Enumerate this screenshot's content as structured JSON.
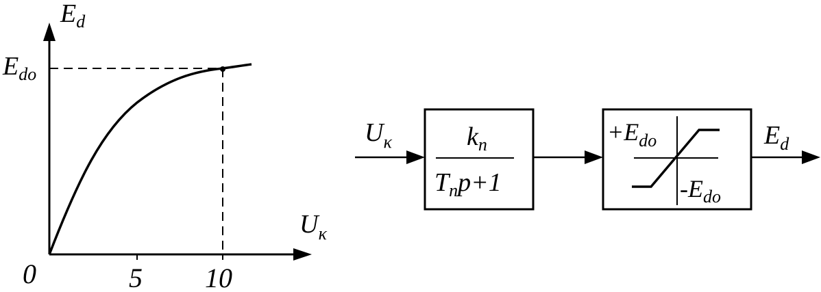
{
  "graph": {
    "y_axis_label": "E",
    "y_axis_label_sub": "d",
    "x_axis_label": "U",
    "x_axis_label_sub": "κ",
    "origin_label": "0",
    "x_ticks": [
      "5",
      "10"
    ],
    "y_tick_label": "E",
    "y_tick_label_sub": "do"
  },
  "block_diagram": {
    "input_label": "U",
    "input_label_sub": "κ",
    "output_label": "E",
    "output_label_sub": "d",
    "transfer_block": {
      "num_main": "k",
      "num_sub": "n",
      "den_main_T": "T",
      "den_sub": "n",
      "den_rest": "p+1"
    },
    "saturation_block": {
      "upper_main": "+E",
      "upper_sub": "do",
      "lower_main": "-E",
      "lower_sub": "do"
    }
  },
  "colors": {
    "ink": "#000000",
    "background": "#ffffff"
  }
}
